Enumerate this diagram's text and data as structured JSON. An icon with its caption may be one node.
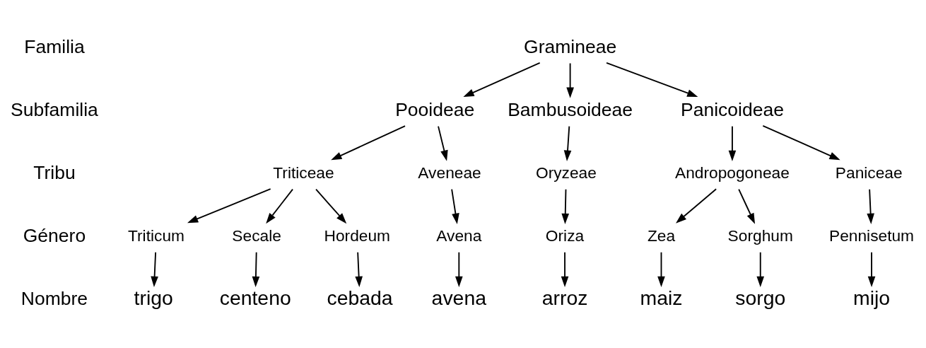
{
  "diagram": {
    "nodes": [
      {
        "text": [
          "Gramineae"
        ]
      },
      {
        "text": [
          "Pooideae"
        ]
      },
      {
        "text": [
          "Bambusoideae"
        ]
      },
      {
        "text": [
          "Panicoideae"
        ]
      },
      {
        "text": [
          "Triticeae"
        ]
      },
      {
        "text": [
          "Aveneae"
        ]
      },
      {
        "text": [
          "Oryzeae"
        ]
      },
      {
        "text": [
          "Andropogoneae"
        ]
      },
      {
        "text": [
          "Paniceae"
        ]
      },
      {
        "text": [
          "Triticum"
        ]
      },
      {
        "text": [
          "Secale"
        ]
      },
      {
        "text": [
          "Hordeum"
        ]
      },
      {
        "text": [
          "Avena"
        ]
      },
      {
        "text": [
          "Oriza"
        ]
      },
      {
        "text": [
          "Zea"
        ]
      },
      {
        "text": [
          "Sorghum"
        ]
      },
      {
        "text": [
          "Pennisetum"
        ]
      },
      {
        "text": [
          "trigo"
        ]
      },
      {
        "text": [
          "centeno"
        ]
      },
      {
        "text": [
          "cebada"
        ]
      },
      {
        "text": [
          "avena"
        ]
      },
      {
        "text": [
          "arroz"
        ]
      },
      {
        "text": [
          "maiz"
        ]
      },
      {
        "text": [
          "sorgo"
        ]
      },
      {
        "text": [
          "mijo"
        ]
      }
    ],
    "edges": [
      {
        "from": 0,
        "to": 1,
        "arrow": "to"
      },
      {
        "from": 0,
        "to": 2,
        "arrow": "to"
      },
      {
        "from": 0,
        "to": 3,
        "arrow": "to"
      },
      {
        "from": 1,
        "to": 4,
        "arrow": "to"
      },
      {
        "from": 1,
        "to": 5,
        "arrow": "to"
      },
      {
        "from": 2,
        "to": 6,
        "arrow": "to"
      },
      {
        "from": 3,
        "to": 7,
        "arrow": "to"
      },
      {
        "from": 3,
        "to": 8,
        "arrow": "to"
      },
      {
        "from": 4,
        "to": 9,
        "arrow": "to"
      },
      {
        "from": 4,
        "to": 10,
        "arrow": "to"
      },
      {
        "from": 4,
        "to": 11,
        "arrow": "to"
      },
      {
        "from": 5,
        "to": 12,
        "arrow": "to"
      },
      {
        "from": 6,
        "to": 13,
        "arrow": "to"
      },
      {
        "from": 7,
        "to": 14,
        "arrow": "to"
      },
      {
        "from": 7,
        "to": 15,
        "arrow": "to"
      },
      {
        "from": 8,
        "to": 16,
        "arrow": "to"
      },
      {
        "from": 9,
        "to": 17,
        "arrow": "to"
      },
      {
        "from": 10,
        "to": 18,
        "arrow": "to"
      },
      {
        "from": 11,
        "to": 19,
        "arrow": "to"
      },
      {
        "from": 12,
        "to": 20,
        "arrow": "to"
      },
      {
        "from": 13,
        "to": 21,
        "arrow": "to"
      },
      {
        "from": 14,
        "to": 22,
        "arrow": "to"
      },
      {
        "from": 15,
        "to": 23,
        "arrow": "to"
      },
      {
        "from": 16,
        "to": 24,
        "arrow": "to"
      }
    ],
    "labels": [
      "Familia",
      "Subfamilia",
      "Tribu",
      "Género",
      "Nombre"
    ]
  }
}
